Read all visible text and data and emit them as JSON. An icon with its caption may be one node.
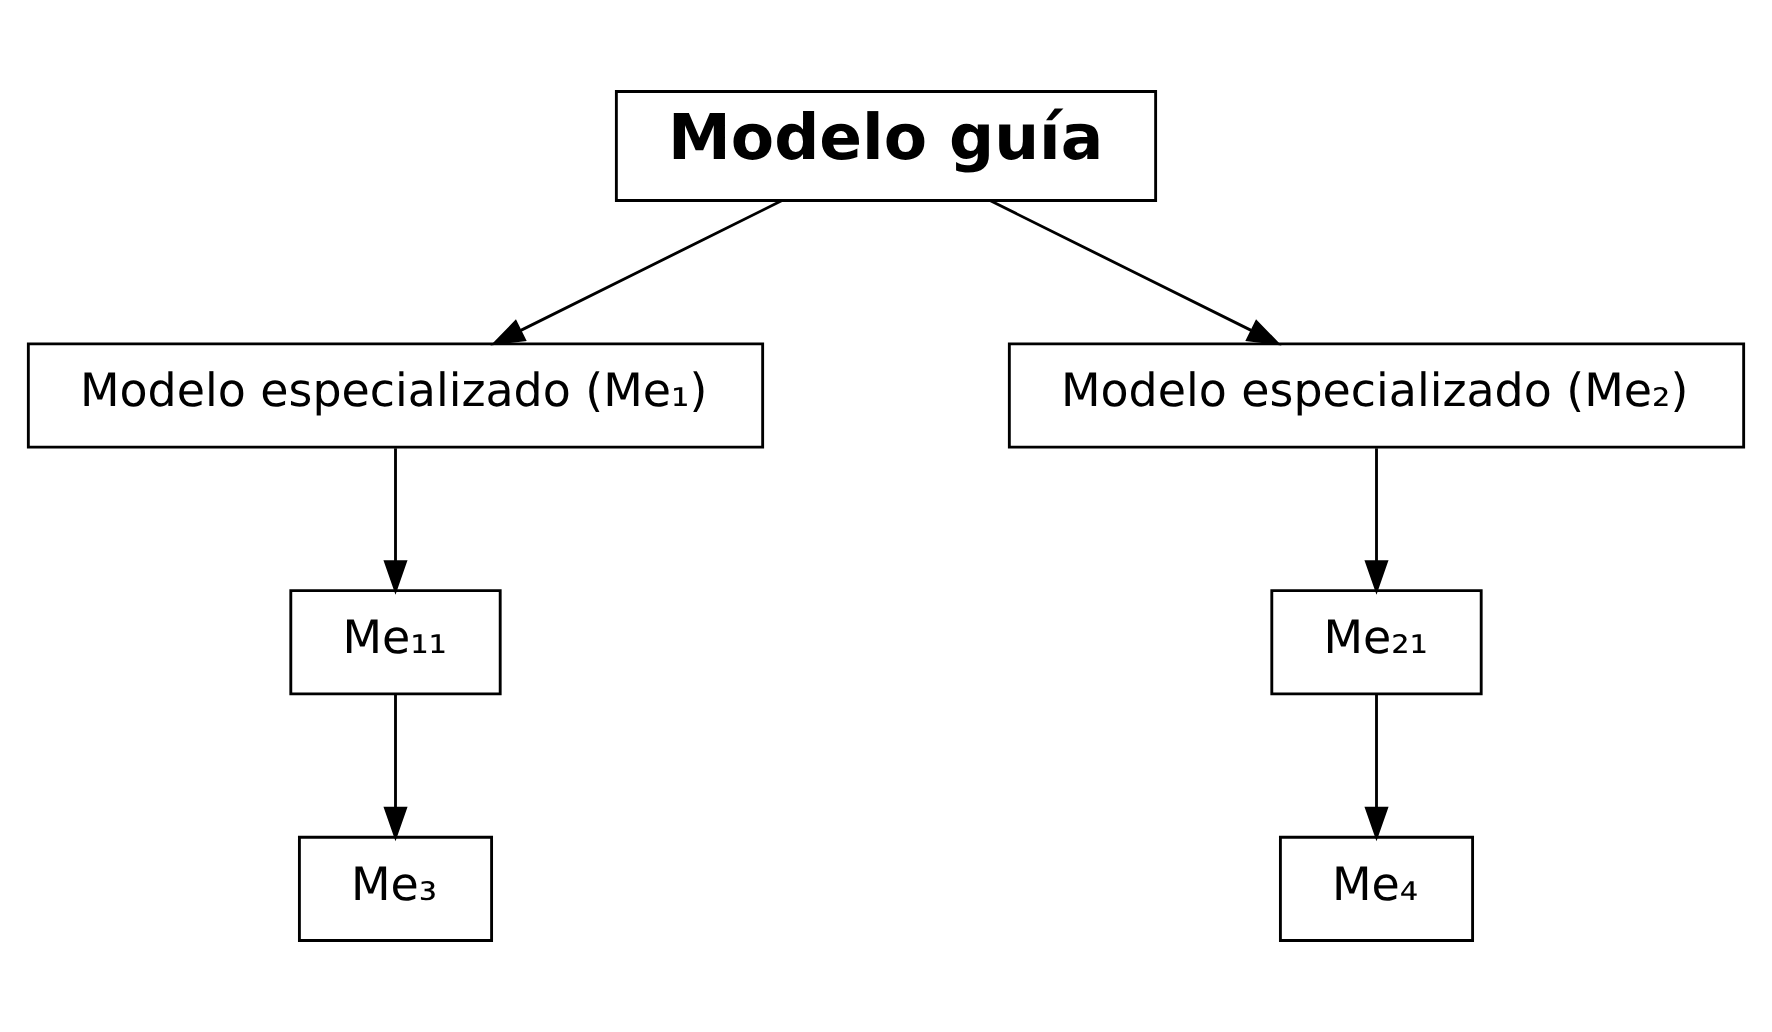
{
  "diagram": {
    "nodes": [
      {
        "text": [
          "Modelo guía"
        ]
      },
      {
        "text": [
          "Modelo especializado (Me₁)"
        ]
      },
      {
        "text": [
          "Modelo especializado (Me₂)"
        ]
      },
      {
        "text": [
          "Me₁₁"
        ]
      },
      {
        "text": [
          "Me₂₁"
        ]
      },
      {
        "text": [
          "Me₃"
        ]
      },
      {
        "text": [
          "Me₄"
        ]
      }
    ],
    "edges": [
      {
        "from": 0,
        "to": 1,
        "arrow": "to"
      },
      {
        "from": 0,
        "to": 2,
        "arrow": "to"
      },
      {
        "from": 1,
        "to": 3,
        "arrow": "to"
      },
      {
        "from": 2,
        "to": 4,
        "arrow": "to"
      },
      {
        "from": 3,
        "to": 5,
        "arrow": "to"
      },
      {
        "from": 4,
        "to": 6,
        "arrow": "to"
      }
    ]
  }
}
